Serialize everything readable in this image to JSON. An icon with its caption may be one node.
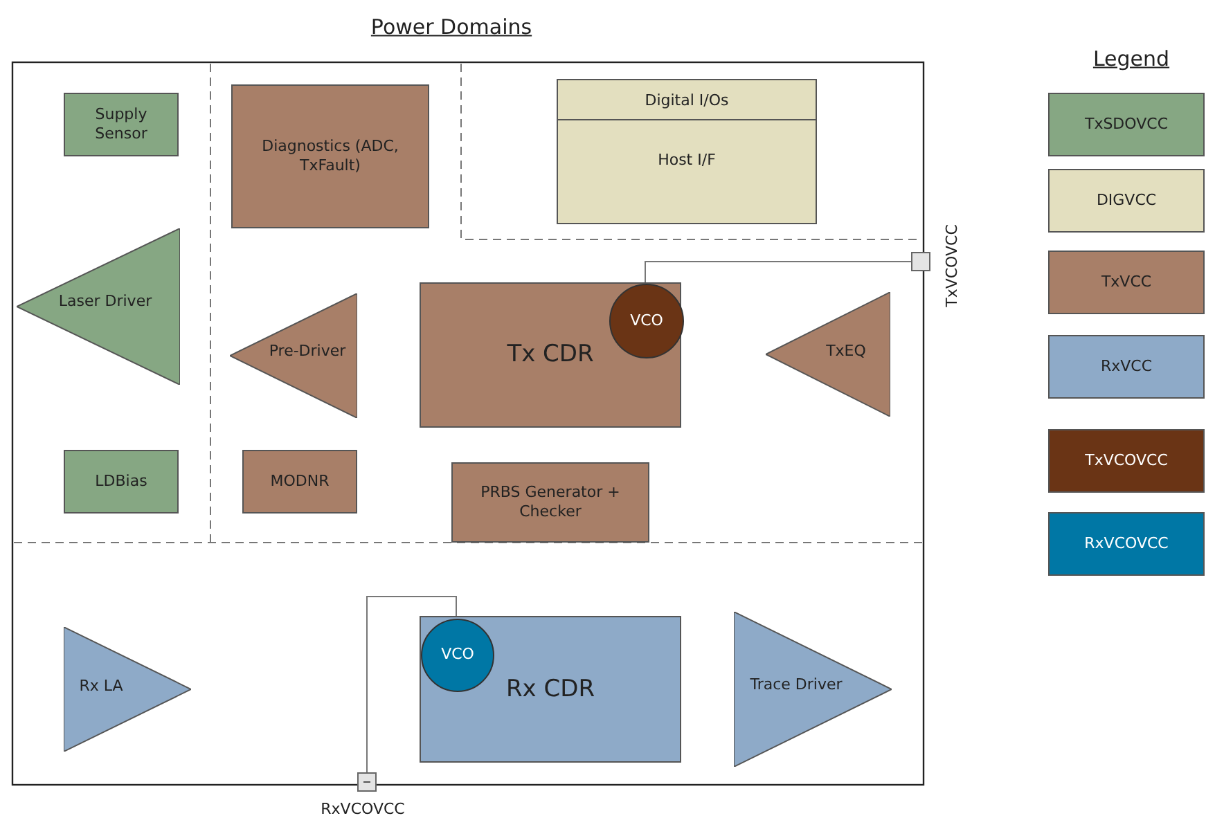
{
  "diagram": {
    "title": "Power Domains",
    "nodes": [
      {
        "text": [
          "Supply Sensor"
        ]
      },
      {
        "text": [
          "Diagnostics (ADC, TxFault)"
        ]
      },
      {
        "text": [
          "Digital I/Os",
          "Host I/F"
        ]
      },
      {
        "text": [
          "Laser Driver"
        ]
      },
      {
        "text": [
          "Pre-Driver"
        ]
      },
      {
        "text": [
          "Tx CDR"
        ]
      },
      {
        "text": [
          "VCO"
        ],
        "in": 5
      },
      {
        "text": [
          "TxEQ"
        ]
      },
      {
        "text": [],
        "shape": "box",
        "beside": [
          "TxVCOVCC"
        ]
      },
      {
        "text": [
          "LDBias"
        ]
      },
      {
        "text": [
          "MODNR"
        ]
      },
      {
        "text": [
          "PRBS Generator + Checker"
        ]
      },
      {
        "text": [
          "Rx LA"
        ]
      },
      {
        "text": [
          "Rx CDR"
        ]
      },
      {
        "text": [
          "VCO"
        ],
        "in": 13
      },
      {
        "text": [
          "Trace Driver"
        ]
      },
      {
        "text": [],
        "shape": "box",
        "beside": [
          "RxVCOVCC"
        ]
      }
    ],
    "edges": [
      {
        "from": 6,
        "to": 8,
        "arrow": "none"
      },
      {
        "from": 14,
        "to": 16,
        "arrow": "none"
      }
    ],
    "labels": [
      "Legend"
    ],
    "legend": [
      {
        "text": "TxSDOVCC",
        "color": "#86a783"
      },
      {
        "text": "DIGVCC",
        "color": "#e3dfbf"
      },
      {
        "text": "TxVCC",
        "color": "#a87f68"
      },
      {
        "text": "RxVCC",
        "color": "#8eaac8"
      },
      {
        "text": "TxVCOVCC",
        "color": "#6a3415"
      },
      {
        "text": "RxVCOVCC",
        "color": "#0077a5"
      }
    ]
  }
}
